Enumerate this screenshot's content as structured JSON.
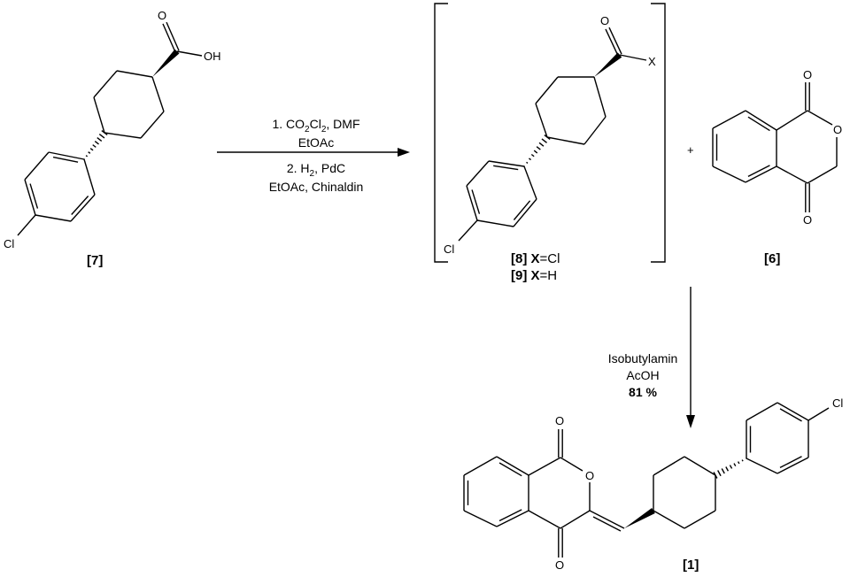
{
  "compound_7": {
    "label": "[7]",
    "atoms": {
      "o": "O",
      "oh": "OH",
      "cl": "Cl"
    }
  },
  "step1_conditions": {
    "line1": {
      "a": "1. CO",
      "s1": "2",
      "b": "Cl",
      "s2": "2",
      "c": ", DMF"
    },
    "line2": "EtOAc",
    "line3": {
      "a": "2. H",
      "s1": "2",
      "b": ", PdC"
    },
    "line4": "EtOAc, Chinaldin"
  },
  "intermediate": {
    "atoms": {
      "o": "O",
      "x": "X",
      "cl": "Cl"
    },
    "label8": {
      "num": "[8]",
      "x": "X",
      "eq": "=Cl"
    },
    "label9": {
      "num": "[9]",
      "x": "X",
      "eq": "=H"
    }
  },
  "plus": "+",
  "compound_6": {
    "label": "[6]",
    "atoms": {
      "o1": "O",
      "o2": "O",
      "o3": "O"
    }
  },
  "step2_conditions": {
    "line1": "Isobutylamin",
    "line2": "AcOH",
    "yield": "81 %"
  },
  "compound_1": {
    "label": "[1]",
    "atoms": {
      "o1": "O",
      "o2": "O",
      "o3": "O",
      "cl": "Cl"
    }
  }
}
